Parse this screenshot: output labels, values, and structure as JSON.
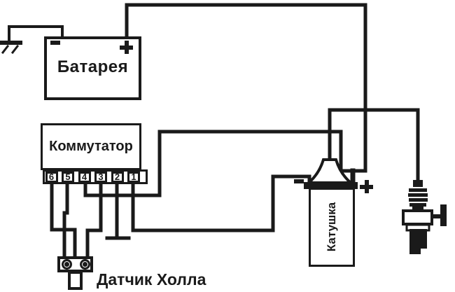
{
  "colors": {
    "line": "#1a1a1a",
    "background": "#ffffff"
  },
  "components": {
    "battery": {
      "label": "Батарея",
      "terminal_negative": "-",
      "terminal_positive": "+"
    },
    "commutator": {
      "label": "Коммутатор",
      "terminals": [
        "6",
        "5",
        "4",
        "3",
        "2",
        "1"
      ]
    },
    "ignition_coil": {
      "label": "Катушка",
      "terminal_negative": "-",
      "terminal_positive": "+"
    },
    "hall_sensor": {
      "label": "Датчик Холла"
    },
    "spark_plug": {
      "icon": "spark-plug-icon"
    },
    "grounds": {
      "top_left": "earth-ground-icon",
      "bottom": "chassis-ground-icon"
    }
  }
}
